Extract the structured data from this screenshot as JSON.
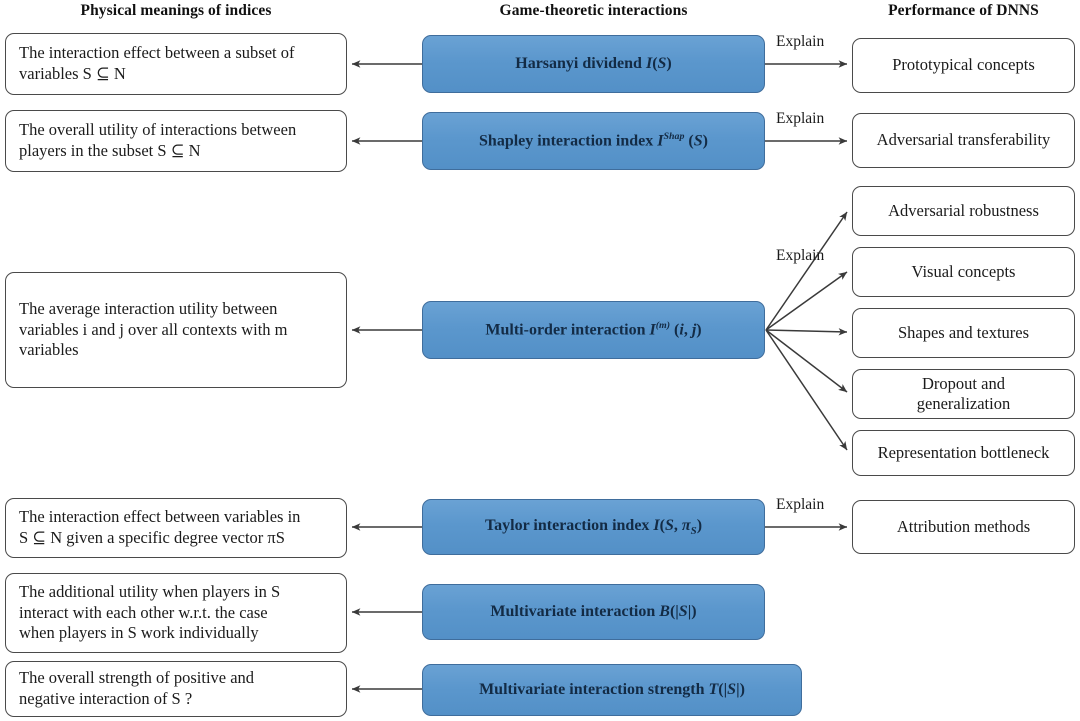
{
  "headers": [
    {
      "id": "physical-meanings",
      "label": "Physical meanings of indices"
    },
    {
      "id": "game-theoretic",
      "label": "Game-theoretic interactions"
    },
    {
      "id": "performance-dnns",
      "label": "Performance of DNNS"
    }
  ],
  "left_boxes": [
    {
      "id": "left-harsanyi",
      "line1": "The interaction effect between a subset of",
      "line2": "variables S ⊆ N",
      "line3": ""
    },
    {
      "id": "left-shapley",
      "line1": "The overall utility of interactions between",
      "line2": "players in the subset S ⊆ N",
      "line3": ""
    },
    {
      "id": "left-multiorder",
      "line1": "The average interaction utility between",
      "line2": "variables i and j over all contexts with m",
      "line3": "variables"
    },
    {
      "id": "left-taylor",
      "line1": "The interaction effect between variables in",
      "line2": "S ⊆ N given a specific degree vector πS",
      "line3": ""
    },
    {
      "id": "left-multivariate",
      "line1": "The additional utility when players in S",
      "line2": "interact with each other w.r.t. the case",
      "line3": "when players in S work individually"
    },
    {
      "id": "left-multivariate-strength",
      "line1": "The overall strength of positive and",
      "line2": "negative interaction of S ?",
      "line3": ""
    }
  ],
  "mid_boxes": [
    {
      "id": "mid-harsanyi",
      "label": "Harsanyi dividend I(S)"
    },
    {
      "id": "mid-shapley",
      "label": "Shapley interaction index IShap (S)"
    },
    {
      "id": "mid-multiorder",
      "label": "Multi-order interaction I(m) (i, j)"
    },
    {
      "id": "mid-taylor",
      "label": "Taylor interaction index I(S, πS)"
    },
    {
      "id": "mid-multivariate",
      "label": "Multivariate interaction B(|S|)"
    },
    {
      "id": "mid-multivariate-strength",
      "label": "Multivariate interaction strength T(|S|)"
    }
  ],
  "right_boxes": [
    {
      "id": "right-prototypical",
      "line1": "Prototypical concepts",
      "line2": ""
    },
    {
      "id": "right-adv-transfer",
      "line1": "Adversarial transferability",
      "line2": ""
    },
    {
      "id": "right-adv-robustness",
      "line1": "Adversarial robustness",
      "line2": ""
    },
    {
      "id": "right-visual-concepts",
      "line1": "Visual concepts",
      "line2": ""
    },
    {
      "id": "right-shapes-textures",
      "line1": "Shapes and textures",
      "line2": ""
    },
    {
      "id": "right-dropout",
      "line1": "Dropout and",
      "line2": "generalization"
    },
    {
      "id": "right-representation",
      "line1": "Representation bottleneck",
      "line2": ""
    },
    {
      "id": "right-attribution",
      "line1": "Attribution methods",
      "line2": ""
    }
  ],
  "edge_labels": [
    {
      "id": "explain-1",
      "text": "Explain"
    },
    {
      "id": "explain-2",
      "text": "Explain"
    },
    {
      "id": "explain-3",
      "text": "Explain"
    },
    {
      "id": "explain-4",
      "text": "Explain"
    }
  ],
  "colors": {
    "node_blue": "#5b97cd",
    "node_blue_border": "#3f6d9c",
    "node_white_border": "#4a4a4a",
    "arrow": "#3a3a3a",
    "text": "#1b1b1b",
    "background": "#ffffff"
  }
}
